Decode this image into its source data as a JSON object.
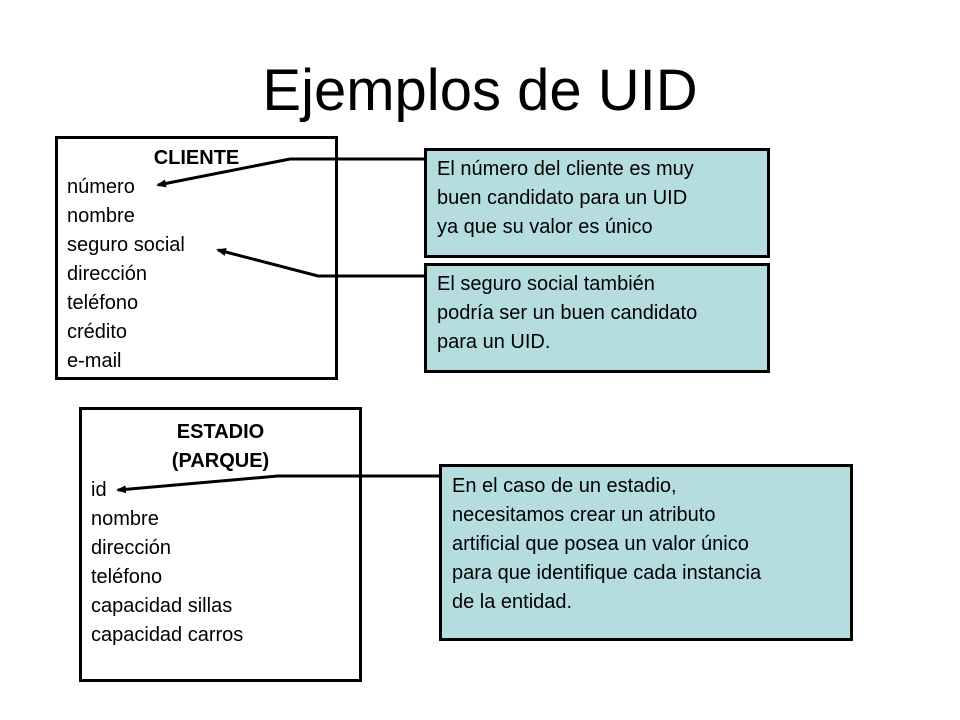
{
  "title": "Ejemplos de UID",
  "cliente": {
    "name": "CLIENTE",
    "attributes": [
      "número",
      "nombre",
      "seguro social",
      "dirección",
      "teléfono",
      "crédito",
      "e-mail"
    ]
  },
  "estadio": {
    "name_line1": "ESTADIO",
    "name_line2": "(PARQUE)",
    "attributes": [
      "id",
      "nombre",
      "dirección",
      "teléfono",
      "capacidad sillas",
      "capacidad carros"
    ]
  },
  "notes": [
    {
      "lines": [
        "El número del cliente es muy",
        "buen candidato para un UID",
        "ya que su valor es único"
      ]
    },
    {
      "lines": [
        "El seguro social también",
        "podría ser un buen candidato",
        "para un UID."
      ]
    },
    {
      "lines": [
        "En el caso de un estadio,",
        "necesitamos crear un atributo",
        "artificial que posea un valor único",
        "para que identifique cada instancia",
        "de la entidad."
      ]
    }
  ],
  "colors": {
    "note_fill": "#b5dde0",
    "border": "#000000"
  }
}
